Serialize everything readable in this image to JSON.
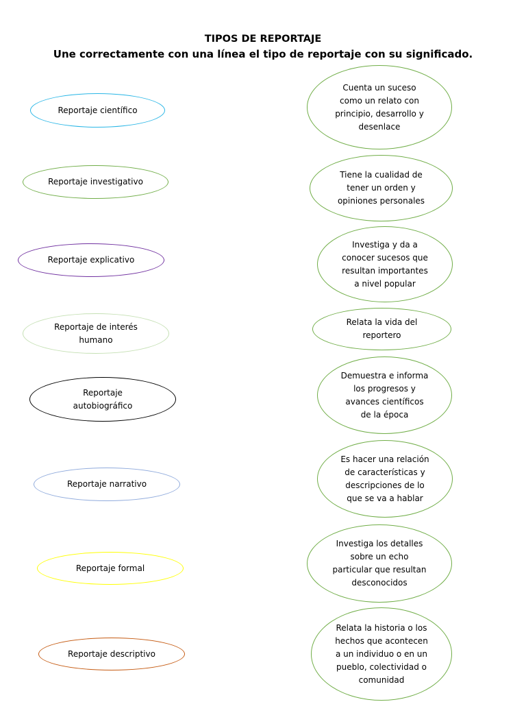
{
  "header": {
    "title": "TIPOS DE REPORTAJE",
    "instruction": "Une correctamente con una línea el tipo de reportaje con su significado."
  },
  "tipos": [
    {
      "label": "Reportaje científico",
      "color": "#29b6e6"
    },
    {
      "label": "Reportaje investigativo",
      "color": "#70ad47"
    },
    {
      "label": "Reportaje explicativo",
      "color": "#7030a0"
    },
    {
      "label": "Reportaje de interés\nhumano",
      "color": "#c5e0b4"
    },
    {
      "label": "Reportaje\nautobiográfico",
      "color": "#000000"
    },
    {
      "label": "Reportaje narrativo",
      "color": "#8faadc"
    },
    {
      "label": "Reportaje formal",
      "color": "#ffff00"
    },
    {
      "label": "Reportaje descriptivo",
      "color": "#c55a11"
    }
  ],
  "significados": [
    {
      "text": "Cuenta un suceso\ncomo un relato con\nprincipio, desarrollo y\ndesenlace",
      "color": "#70ad47"
    },
    {
      "text": "Tiene la cualidad de\ntener un orden y\nopiniones personales",
      "color": "#70ad47"
    },
    {
      "text": "Investiga y da a\nconocer sucesos que\nresultan importantes\na nivel popular",
      "color": "#70ad47"
    },
    {
      "text": "Relata la vida del\nreportero",
      "color": "#70ad47"
    },
    {
      "text": "Demuestra e informa\nlos progresos y\navances científicos\nde la época",
      "color": "#70ad47"
    },
    {
      "text": "Es hacer una relación\nde características y\ndescripciones de lo\nque se va a hablar",
      "color": "#70ad47"
    },
    {
      "text": "Investiga los detalles\nsobre un echo\nparticular que resultan\ndesconocidos",
      "color": "#70ad47"
    },
    {
      "text": "Relata la historia o los\nhechos que acontecen\na un individuo o en un\npueblo, colectividad o\ncomunidad",
      "color": "#70ad47"
    }
  ]
}
